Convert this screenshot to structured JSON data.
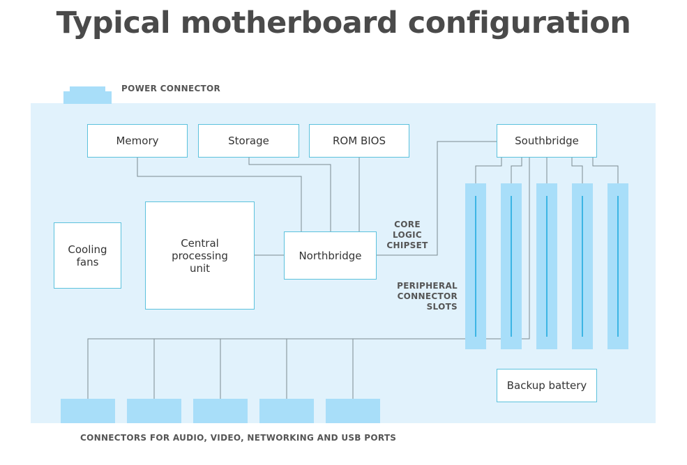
{
  "title": "Typical motherboard configuration",
  "labels": {
    "power_connector": "POWER CONNECTOR",
    "core_logic_chipset": "CORE\nLOGIC\nCHIPSET",
    "peripheral_slots": "PERIPHERAL\nCONNECTOR\nSLOTS",
    "connectors_ports": "CONNECTORS FOR AUDIO, VIDEO, NETWORKING AND USB PORTS"
  },
  "components": {
    "memory": "Memory",
    "storage": "Storage",
    "rom_bios": "ROM BIOS",
    "southbridge": "Southbridge",
    "cooling_fans": "Cooling\nfans",
    "cpu": "Central\nprocessing\nunit",
    "northbridge": "Northbridge",
    "backup_battery": "Backup battery"
  },
  "peripheral_slot_count": 5,
  "port_connector_count": 5,
  "colors": {
    "board": "#e1f2fc",
    "component_fill": "#a8def9",
    "box_border": "#5bc1dc",
    "wire": "#7a8a90",
    "title": "#4a4a4a"
  }
}
